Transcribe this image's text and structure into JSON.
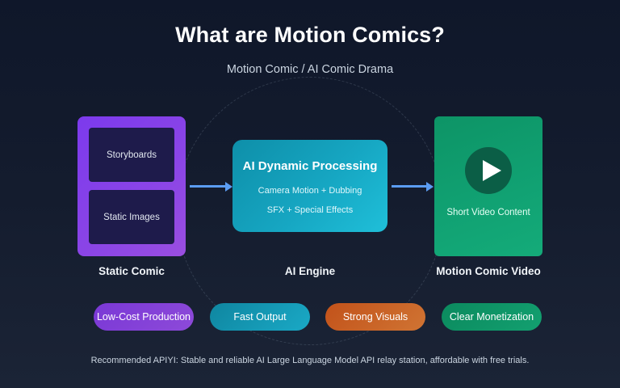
{
  "header": {
    "title": "What are Motion Comics?",
    "subtitle": "Motion Comic / AI Comic Drama"
  },
  "diagram": {
    "static_comic": {
      "panels": [
        "Storyboards",
        "Static Images"
      ],
      "label": "Static Comic",
      "color": "#7c3aed"
    },
    "ai_engine": {
      "title": "AI Dynamic Processing",
      "lines": [
        "Camera Motion + Dubbing",
        "SFX + Special Effects"
      ],
      "label": "AI Engine",
      "color": "#16a6c2"
    },
    "video": {
      "icon": "play-icon",
      "content_label": "Short Video Content",
      "label": "Motion Comic Video",
      "color": "#11a273"
    },
    "arrow_color": "#5b9cf2"
  },
  "benefits": [
    {
      "label": "Low-Cost Production",
      "color": "#8347d8"
    },
    {
      "label": "Fast Output",
      "color": "#1597b3"
    },
    {
      "label": "Strong Visuals",
      "color": "#c96226"
    },
    {
      "label": "Clear Monetization",
      "color": "#0f9567"
    }
  ],
  "footer": {
    "text": "Recommended APIYI: Stable and reliable AI Large Language Model API relay station, affordable with free trials."
  }
}
